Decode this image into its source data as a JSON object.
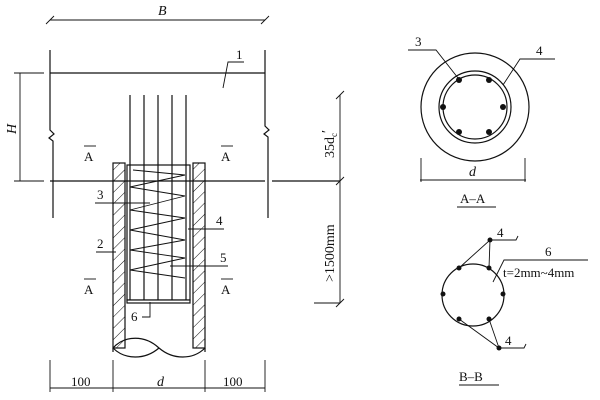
{
  "elevation": {
    "dim_width": "B",
    "dim_height": "H",
    "dim_anchor": "35d",
    "dim_anchor_sub": "c",
    "dim_anchor_prime": "′",
    "dim_embed": ">1500mm",
    "dim_side_left": "100",
    "dim_diameter": "d",
    "dim_side_right": "100",
    "section_mark": "A",
    "callouts": [
      "1",
      "2",
      "3",
      "4",
      "5",
      "6"
    ]
  },
  "section_aa": {
    "title": "A–A",
    "dim_diameter": "d",
    "callouts": [
      "3",
      "4"
    ]
  },
  "section_bb": {
    "title": "B–B",
    "callout_plate": "6",
    "plate_thickness": "t=2mm~4mm",
    "callouts": [
      "4",
      "4"
    ]
  }
}
